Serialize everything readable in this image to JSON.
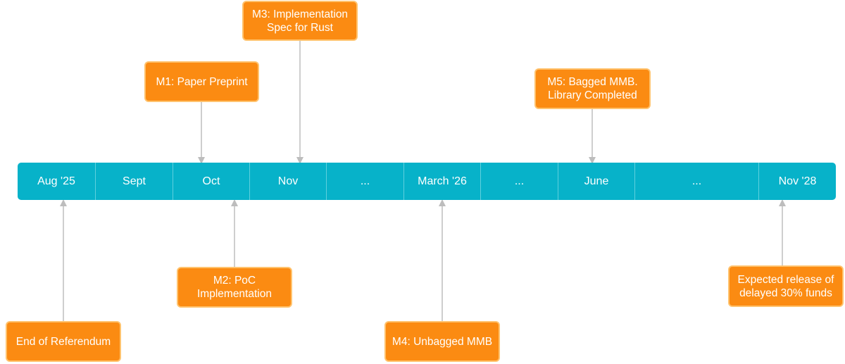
{
  "timeline": [
    {
      "label": "Aug '25"
    },
    {
      "label": "Sept"
    },
    {
      "label": "Oct"
    },
    {
      "label": "Nov"
    },
    {
      "label": "..."
    },
    {
      "label": "March '26"
    },
    {
      "label": "..."
    },
    {
      "label": "June"
    },
    {
      "label": "..."
    },
    {
      "label": "Nov '28"
    }
  ],
  "milestones_above": [
    {
      "text": "M3: Implementation\nSpec for Rust"
    },
    {
      "text": "M1: Paper Preprint"
    },
    {
      "text": "M5: Bagged MMB.\nLibrary Completed"
    }
  ],
  "milestones_below": [
    {
      "text": "M2: PoC\nImplementation"
    },
    {
      "text": "M4: Unbagged MMB"
    },
    {
      "text": "Expected release of\ndelayed 30% funds"
    },
    {
      "text": "End of Referendum"
    }
  ],
  "colors": {
    "timeline": "#07b2c9",
    "box": "#fb8b12",
    "box_border": "#ffc36e",
    "arrow": "#bdbdbd"
  }
}
